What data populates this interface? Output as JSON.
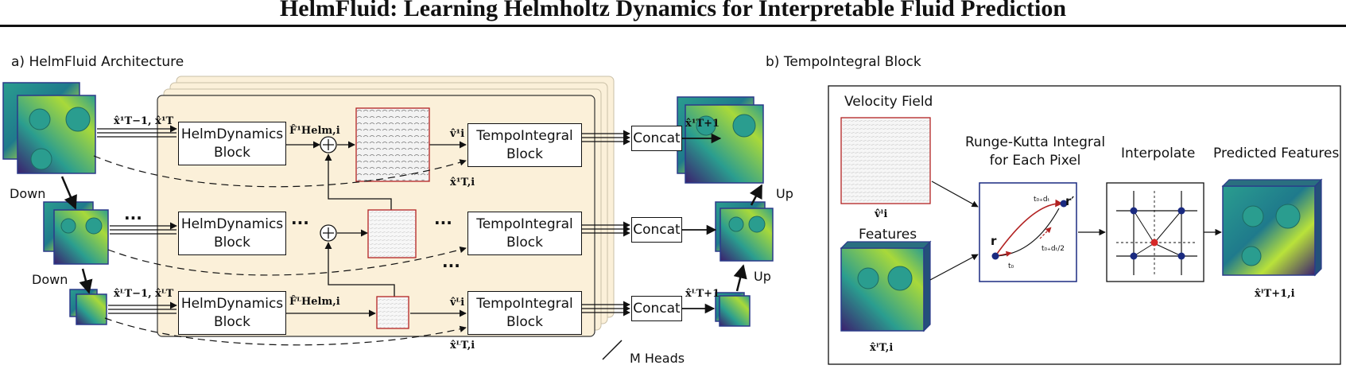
{
  "title": "HelmFluid: Learning Helmholtz Dynamics for Interpretable Fluid Prediction",
  "panel_a": {
    "label": "a) HelmFluid Architecture",
    "helm_block_label": "HelmDynamics\nBlock",
    "tempo_block_label": "TempoIntegral\nBlock",
    "concat_label": "Concat",
    "down_label": "Down",
    "up_label": "Up",
    "heads_label": "M Heads",
    "dots": "···",
    "math": {
      "input_top": "x̂¹T−1, x̂¹T",
      "input_bottom": "x̂ᴸT−1, x̂ᴸT",
      "force_top": "F̂¹Helm,i",
      "force_bottom": "F̂ᴸHelm,i",
      "velocity_top": "v̂¹i",
      "velocity_bottom": "v̂ᴸi",
      "skip_top": "x̂¹T,i",
      "skip_bottom": "x̂ᴸT,i",
      "output_top": "x̂¹T+1",
      "output_bottom": "x̂ᴸT+1"
    }
  },
  "panel_b": {
    "label": "b) TempoIntegral Block",
    "velocity_field_label": "Velocity Field",
    "features_label": "Features",
    "rk_label": "Runge-Kutta Integral\nfor Each Pixel",
    "interpolate_label": "Interpolate",
    "predicted_label": "Predicted Features",
    "rk_point_start": "r",
    "rk_point_end": "r′",
    "rk_t0": "t₀",
    "rk_t_mid": "t₀₊dₜ/2",
    "rk_t_end": "t₀₊dₜ",
    "math": {
      "velocity": "v̂ˡi",
      "features": "x̂ˡT,i",
      "predicted": "x̂ˡT+1,i"
    }
  },
  "colors": {
    "head_fill": "#fbf0d9",
    "field_low": "#3b1f6e",
    "field_mid": "#2a9d8f",
    "field_high": "#b9e23a",
    "rk_border": "#1a2a80",
    "arrow_red": "#b22222"
  }
}
